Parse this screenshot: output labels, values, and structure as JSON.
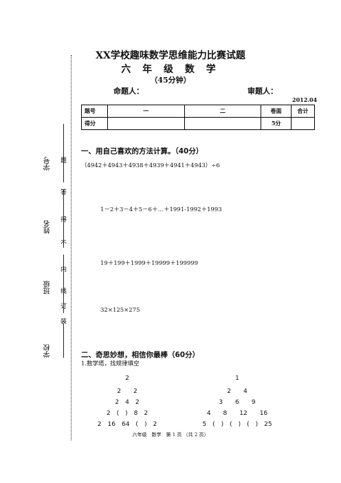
{
  "header": {
    "title": "XX学校趣味数学思维能力比赛试题",
    "subtitle": "六 年 级 数 学",
    "duration": "（45分钟）",
    "setter_label": "命题人：",
    "reviewer_label": "审题人：",
    "date": "2012.04"
  },
  "score_table": {
    "row1": [
      "题号",
      "一",
      "二",
      "卷面",
      "合计"
    ],
    "row2": [
      "得分",
      "",
      "",
      "5分",
      ""
    ]
  },
  "binding": {
    "fields": [
      "学号",
      "姓名",
      "班级",
      "学校"
    ],
    "marks": [
      "题",
      "答",
      "得",
      "不",
      "内",
      "线",
      "订",
      "装"
    ]
  },
  "section1": {
    "title": "一、用自己喜欢的方法计算。（40分）",
    "q1": "（4942＋4943＋4938＋4939＋4941＋4943）÷6",
    "q2": "1－2＋3－4＋5－6＋…＋1991-1992＋1993",
    "q3": "19＋199＋1999＋19999＋199999",
    "q4": "32×125×275"
  },
  "section2": {
    "title": "二、奇思妙想，相信你最棒（60分）",
    "q1": "1.数学塔，找规律填空",
    "left_pyramid": [
      "2",
      "2　　2",
      "2　4　2",
      "2　(　)　8　2",
      "2　16　64　(　)　2"
    ],
    "right_pyramid": [
      "1",
      "2　　4",
      "3　　6　　9",
      "4　　8　　12　　16",
      "5　(　)　(　)　(　)　25"
    ]
  },
  "footer": "六年级　数学　第 1 页 （共 2 页）"
}
